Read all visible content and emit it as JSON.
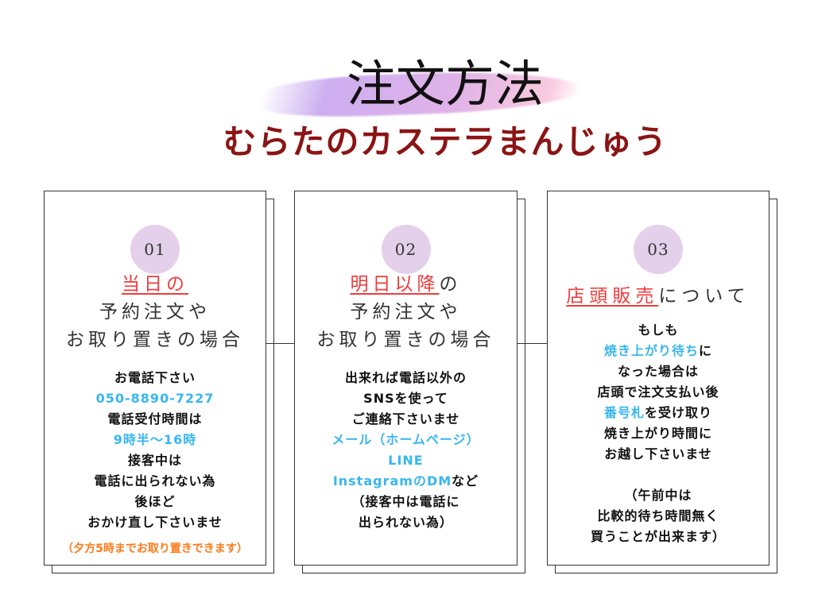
{
  "title": "注文方法",
  "subtitle": "むらたのカステラまんじゅう",
  "colors": {
    "red": "#f03c3c",
    "blue": "#38b6f0",
    "orange": "#ff7a1a",
    "dark": "#222222",
    "subtitle": "#8b1414",
    "circle": "#e4d0ea"
  },
  "cards": [
    {
      "number": "01",
      "heading": [
        [
          {
            "t": "当日の",
            "c": "red",
            "u": true
          }
        ],
        [
          {
            "t": "予約注文や"
          }
        ],
        [
          {
            "t": "お取り置きの場合"
          }
        ]
      ],
      "body": [
        [
          {
            "t": "お電話下さい"
          }
        ],
        [
          {
            "t": "050-8890-7227",
            "c": "blue"
          }
        ],
        [
          {
            "t": "電話受付時間は"
          }
        ],
        [
          {
            "t": "9時半〜16時",
            "c": "blue"
          }
        ],
        [
          {
            "t": "接客中は"
          }
        ],
        [
          {
            "t": "電話に出られない為"
          }
        ],
        [
          {
            "t": "後ほど"
          }
        ],
        [
          {
            "t": "おかけ直し下さいませ"
          }
        ],
        [
          {
            "t": "（夕方5時までお取り置きできます）",
            "c": "orange",
            "small": true
          }
        ]
      ]
    },
    {
      "number": "02",
      "heading": [
        [
          {
            "t": "明日以降",
            "c": "red",
            "u": true
          },
          {
            "t": "の"
          }
        ],
        [
          {
            "t": "予約注文や"
          }
        ],
        [
          {
            "t": "お取り置きの場合"
          }
        ]
      ],
      "body": [
        [
          {
            "t": "出来れば電話以外の"
          }
        ],
        [
          {
            "t": "SNSを使って"
          }
        ],
        [
          {
            "t": "ご連絡下さいませ"
          }
        ],
        [
          {
            "t": "メール（ホームページ）",
            "c": "blue"
          }
        ],
        [
          {
            "t": "LINE",
            "c": "blue"
          }
        ],
        [
          {
            "t": "InstagramのDM",
            "c": "blue"
          },
          {
            "t": "など"
          }
        ],
        [
          {
            "t": "（接客中は電話に"
          }
        ],
        [
          {
            "t": "出られない為）"
          }
        ]
      ]
    },
    {
      "number": "03",
      "heading": [
        [
          {
            "t": "店頭販売",
            "c": "red",
            "u": true
          },
          {
            "t": "について"
          }
        ]
      ],
      "body": [
        [
          {
            "t": "もしも"
          }
        ],
        [
          {
            "t": "焼き上がり待ち",
            "c": "blue"
          },
          {
            "t": "に"
          }
        ],
        [
          {
            "t": "なった場合は"
          }
        ],
        [
          {
            "t": "店頭で注文支払い後"
          }
        ],
        [
          {
            "t": "番号札",
            "c": "blue"
          },
          {
            "t": "を受け取り"
          }
        ],
        [
          {
            "t": "焼き上がり時間に"
          }
        ],
        [
          {
            "t": "お越し下さいませ"
          }
        ],
        [],
        [
          {
            "t": "（午前中は"
          }
        ],
        [
          {
            "t": "比較的待ち時間無く"
          }
        ],
        [
          {
            "t": "買うことが出来ます）"
          }
        ]
      ]
    }
  ]
}
